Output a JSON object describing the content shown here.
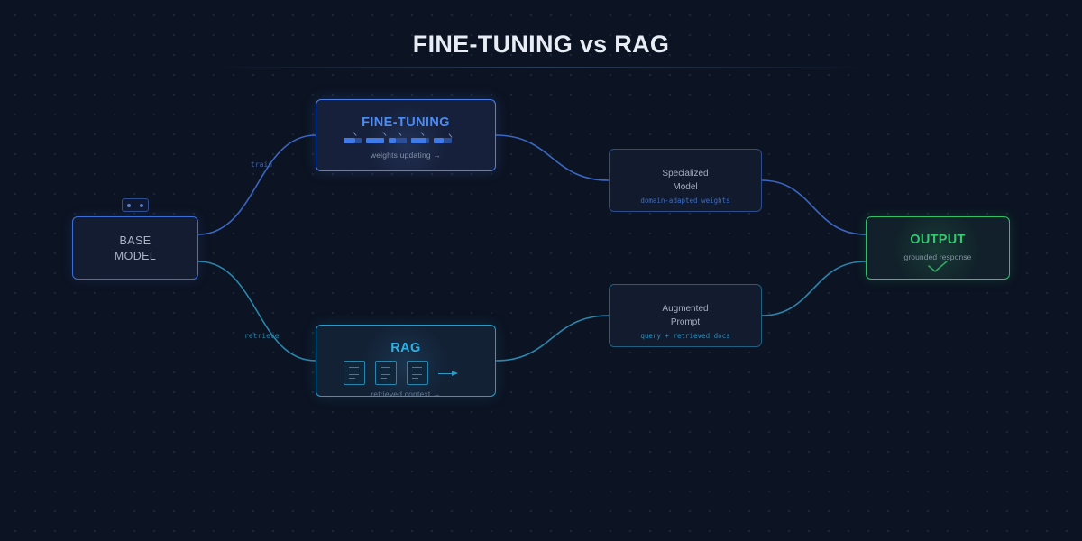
{
  "title": "FINE-TUNING vs RAG",
  "colors": {
    "background": "#0c1322",
    "fine_tuning_accent": "#4d8bf2",
    "rag_accent": "#2fb1e4",
    "output_accent": "#35c96f"
  },
  "nodes": {
    "base_model": {
      "label": "BASE\nMODEL",
      "icon": "robot-icon"
    },
    "fine_tuning": {
      "title": "FINE-TUNING",
      "subtitle": "weights updating →",
      "icon": "weight-bars-icon"
    },
    "rag": {
      "title": "RAG",
      "subtitle": "retrieved context →",
      "icon": "document-icon"
    },
    "specialized_model": {
      "label": "Specialized\nModel",
      "subtitle": "domain-adapted weights"
    },
    "augmented_prompt": {
      "label": "Augmented\nPrompt",
      "subtitle": "query + retrieved docs"
    },
    "output": {
      "title": "OUTPUT",
      "subtitle": "grounded response",
      "icon": "check-icon"
    }
  },
  "edges": [
    {
      "from": "base_model",
      "to": "fine_tuning",
      "label": "train"
    },
    {
      "from": "base_model",
      "to": "rag",
      "label": "retrieve"
    },
    {
      "from": "fine_tuning",
      "to": "specialized_model",
      "label": ""
    },
    {
      "from": "rag",
      "to": "augmented_prompt",
      "label": ""
    },
    {
      "from": "specialized_model",
      "to": "output",
      "label": ""
    },
    {
      "from": "augmented_prompt",
      "to": "output",
      "label": ""
    }
  ]
}
